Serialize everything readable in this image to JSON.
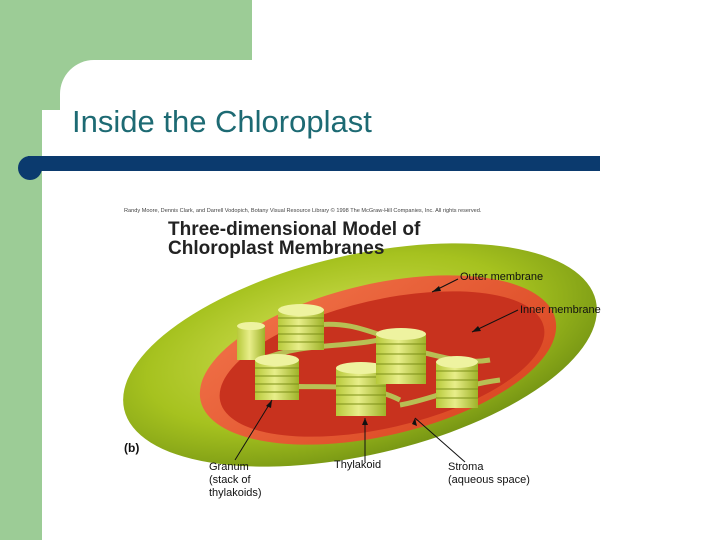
{
  "slide": {
    "title": "Inside the Chloroplast"
  },
  "figure": {
    "credit": "Randy Moore, Dennis Clark, and Darrell Vodopich, Botany Visual Resource Library © 1998 The McGraw-Hill Companies, Inc. All rights reserved.",
    "title_line1": "Three-dimensional Model of",
    "title_line2": "Chloroplast Membranes",
    "panel_label": "(b)",
    "labels": {
      "outer_membrane": "Outer membrane",
      "inner_membrane": "Inner membrane",
      "granum_line1": "Granum",
      "granum_line2": "(stack of",
      "granum_line3": "thylakoids)",
      "thylakoid": "Thylakoid",
      "stroma_line1": "Stroma",
      "stroma_line2": "(aqueous space)"
    }
  },
  "colors": {
    "background": "#ffffff",
    "side_green": "#9ccc96",
    "title_teal": "#1d6a73",
    "rule_navy": "#0b3a6e",
    "outer_green": "#a6c21f",
    "membrane_orange": "#e8532a",
    "stroma_red": "#c8321e",
    "granum_green": "#cddc5a"
  }
}
